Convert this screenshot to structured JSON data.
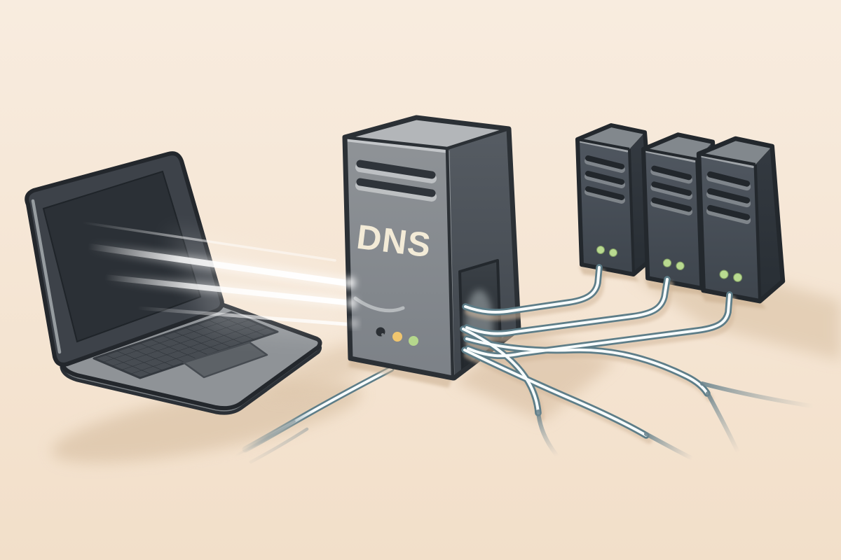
{
  "background": {
    "top_color": "#f8ecdf",
    "bottom_color": "#f2dfc9"
  },
  "laptop": {
    "body_color": "#8f9397",
    "screen_color": "#2b3036"
  },
  "dns_server": {
    "label": "DNS",
    "front_color": "#8b8f93",
    "vent_count": 2,
    "status_lights": {
      "power_off": "#2b2f34",
      "amber": "#f0c56e",
      "green": "#b5d78c"
    }
  },
  "backend_servers": {
    "count": 3,
    "vents_per_server": 3,
    "leds_per_server": 2,
    "led_color": "#b9da90",
    "front_color": "#4a515a"
  },
  "cables": {
    "outer_color": "#5d7d88",
    "core_color": "#f8fdfe"
  },
  "beams": {
    "count": 4,
    "color": "#ffffff"
  }
}
